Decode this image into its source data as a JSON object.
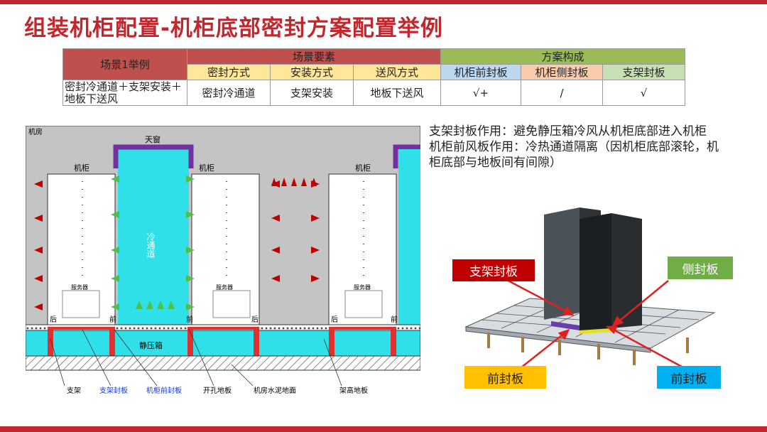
{
  "title": "组装机柜配置-机柜底部密封方案配置举例",
  "table": {
    "scene_header": "场景1举例",
    "elements_header": "场景要素",
    "solution_header": "方案构成",
    "cols": [
      "密封方式",
      "安装方式",
      "送风方式",
      "机柜前封板",
      "机柜侧封板",
      "支架封板"
    ],
    "row_label": "密封冷通道＋支架安装＋地板下送风",
    "row_values": [
      "密封冷通道",
      "支架安装",
      "地板下送风",
      "√+",
      "/",
      "√"
    ]
  },
  "diagram": {
    "room": "机房",
    "skylight": "天窗",
    "cabinet": "机柜",
    "cold_aisle": "冷通道",
    "server": "服务器",
    "rear": "后",
    "front": "前",
    "plenum": "静压箱",
    "legend": [
      "支架",
      "支架封板",
      "机柜前封板",
      "开孔地板",
      "机房水泥地面",
      "架高地板"
    ]
  },
  "explanation": {
    "line1": "支架封板作用：避免静压箱冷风从机柜底部进入机柜",
    "line2": "机柜前风板作用：冷热通道隔离（因机柜底部滚轮，机柜底部与地板间有间隙）"
  },
  "render_labels": {
    "bracket_plate": "支架封板",
    "side_plate": "侧封板",
    "front_plate_left": "前封板",
    "front_plate_right": "前封板"
  },
  "colors": {
    "accent": "#c0282e",
    "cold_aisle": "#2fe0e8",
    "label_red": "#c00000",
    "label_green": "#70ad47",
    "label_yellow": "#ffc000",
    "label_blue": "#00b0f0"
  }
}
